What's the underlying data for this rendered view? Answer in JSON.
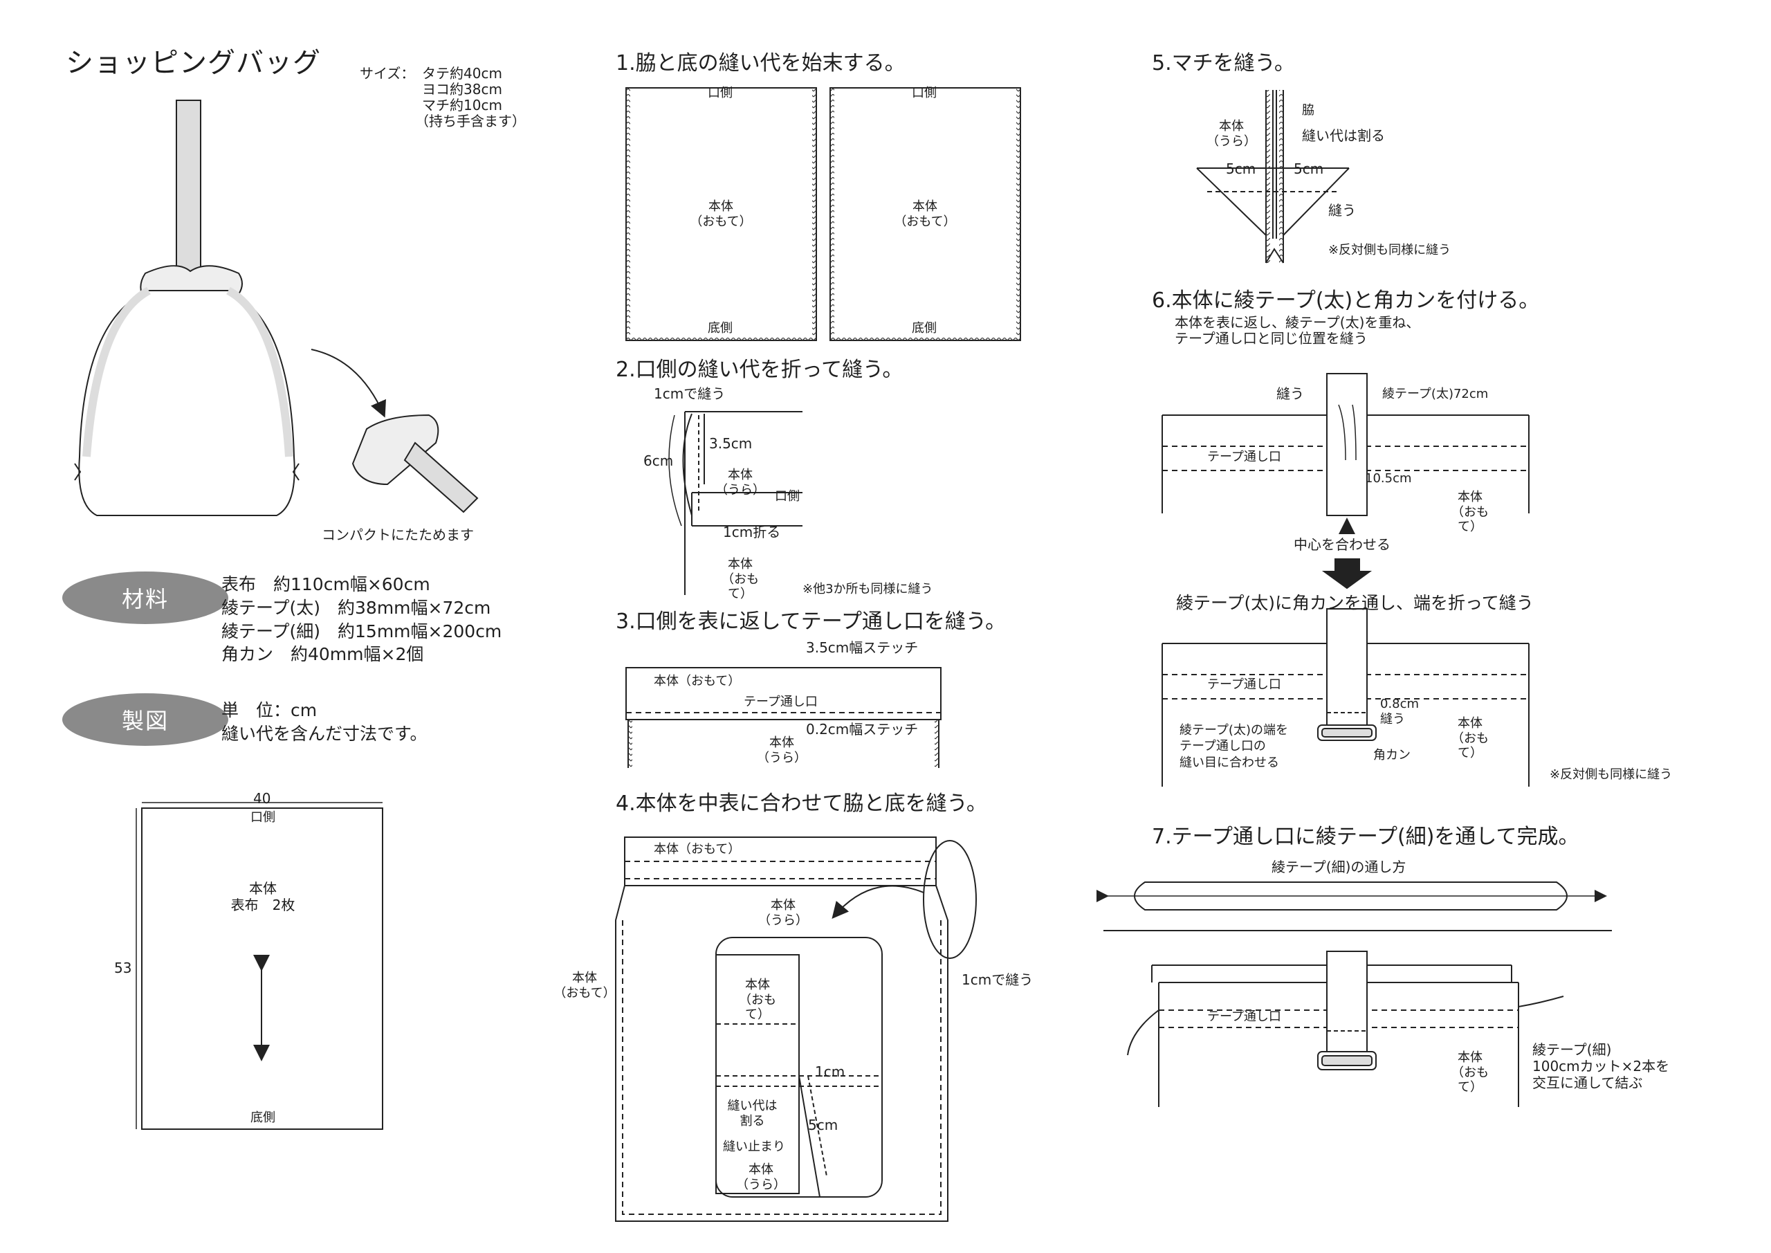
{
  "header": {
    "title": "ショッピングバッグ",
    "size_label": "サイズ：",
    "size_lines": [
      "タテ約40cm",
      "ヨコ約38cm",
      "マチ約10cm",
      "（持ち手含ます）"
    ],
    "compact_caption": "コンパクトにたためます"
  },
  "materials": {
    "badge": "材料",
    "lines": [
      "表布　約110cm幅×60cm",
      "綾テープ(太)　約38mm幅×72cm",
      "綾テープ(細)　約15mm幅×200cm",
      "角カン　約40mm幅×2個"
    ]
  },
  "pattern": {
    "badge": "製図",
    "lines": [
      "単　位：cm",
      "縫い代を含んだ寸法です。"
    ],
    "width": "40",
    "height": "53",
    "top": "口側",
    "bottom": "底側",
    "body": "本体",
    "cloth": "表布　2枚"
  },
  "step1": {
    "title": "1.脇と底の縫い代を始末する。",
    "top": "口側",
    "bottom": "底側",
    "body": "本体",
    "face": "（おもて）"
  },
  "step2": {
    "title": "2.口側の縫い代を折って縫う。",
    "sew1": "1cmで縫う",
    "d35": "3.5cm",
    "d6": "6cm",
    "body": "本体",
    "back": "（うら）",
    "top": "口側",
    "fold": "1cm折る",
    "face": "（おもて）",
    "note": "※他3か所も同様に縫う"
  },
  "step3": {
    "title": "3.口側を表に返してテープ通し口を縫う。",
    "stitch35": "3.5cm幅ステッチ",
    "body_face": "本体（おもて）",
    "channel": "テープ通し口",
    "stitch02": "0.2cm幅ステッチ",
    "body": "本体",
    "back": "（うら）"
  },
  "step4": {
    "title": "4.本体を中表に合わせて脇と底を縫う。",
    "body_face": "本体（おもて）",
    "body": "本体",
    "back": "（うら）",
    "face": "（おもて）",
    "sew1": "1cmで縫う",
    "d1": "1cm",
    "split": [
      "縫い代は",
      "割る"
    ],
    "d5": "5cm",
    "stop": "縫い止まり"
  },
  "step5": {
    "title": "5.マチを縫う。",
    "body": "本体",
    "back": "（うら）",
    "side": "脇",
    "split": "縫い代は割る",
    "d5a": "5cm",
    "d5b": "5cm",
    "sew": "縫う",
    "note": "※反対側も同様に縫う"
  },
  "step6": {
    "title": "6.本体に綾テープ(太)と角カンを付ける。",
    "lines": [
      "本体を表に返し、綾テープ(太)を重ね、",
      "テープ通し口と同じ位置を縫う"
    ],
    "sew": "縫う",
    "tape72": "綾テープ(太)72cm",
    "channel": "テープ通し口",
    "d105": "10.5cm",
    "body": "本体",
    "face": "（おもて）",
    "center": "中心を合わせる",
    "instr": "綾テープ(太)に角カンを通し、端を折って縫う",
    "d08": "0.8cm",
    "sew2": "縫う",
    "end_lines": [
      "綾テープ(太)の端を",
      "テープ通し口の",
      "縫い目に合わせる"
    ],
    "ring": "角カン",
    "note": "※反対側も同様に縫う"
  },
  "step7": {
    "title": "7.テープ通し口に綾テープ(細)を通して完成。",
    "route": "綾テープ(細)の通し方",
    "channel": "テープ通し口",
    "body": "本体",
    "face": "（おもて）",
    "tape_lines": [
      "綾テープ(細)",
      "100cmカット×2本を",
      "交互に通して結ぶ"
    ]
  }
}
